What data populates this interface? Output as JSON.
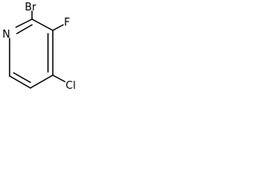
{
  "molecule": {
    "atoms": {
      "nitrogen": "N",
      "bromine": "Br",
      "fluorine": "F",
      "chlorine": "Cl"
    }
  },
  "colors": {
    "bond": "#000000",
    "label": "#000000",
    "background": "#ffffff"
  }
}
